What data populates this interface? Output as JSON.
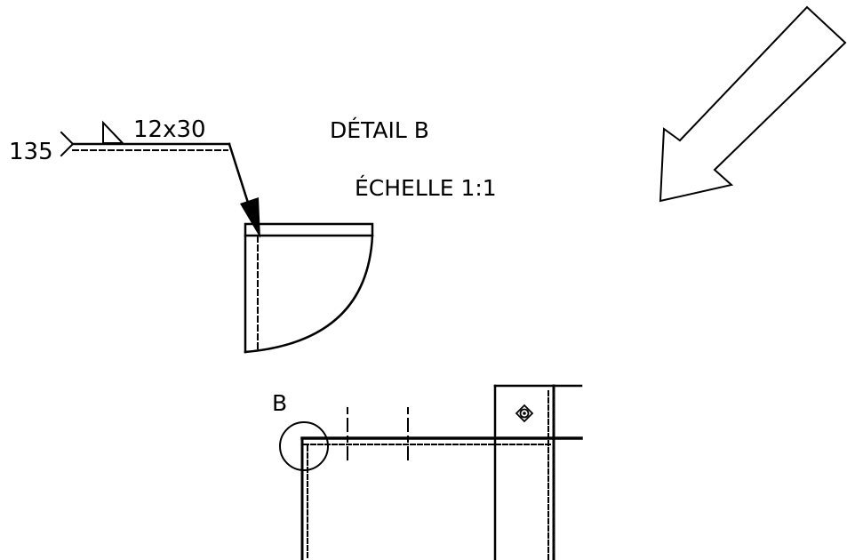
{
  "drawing": {
    "welding_symbol": {
      "angle_text": "135",
      "weld_size_text": "12x30"
    },
    "detail_title": "DÉTAIL B",
    "detail_scale": "ÉCHELLE 1:1",
    "detail_marker": "B"
  },
  "colors": {
    "ink": "#000000",
    "paper": "#ffffff"
  }
}
